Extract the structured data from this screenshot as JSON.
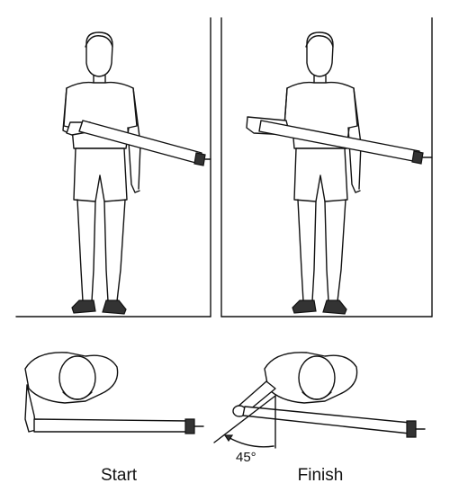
{
  "labels": {
    "start": "Start",
    "finish": "Finish",
    "angle": "45°"
  }
}
